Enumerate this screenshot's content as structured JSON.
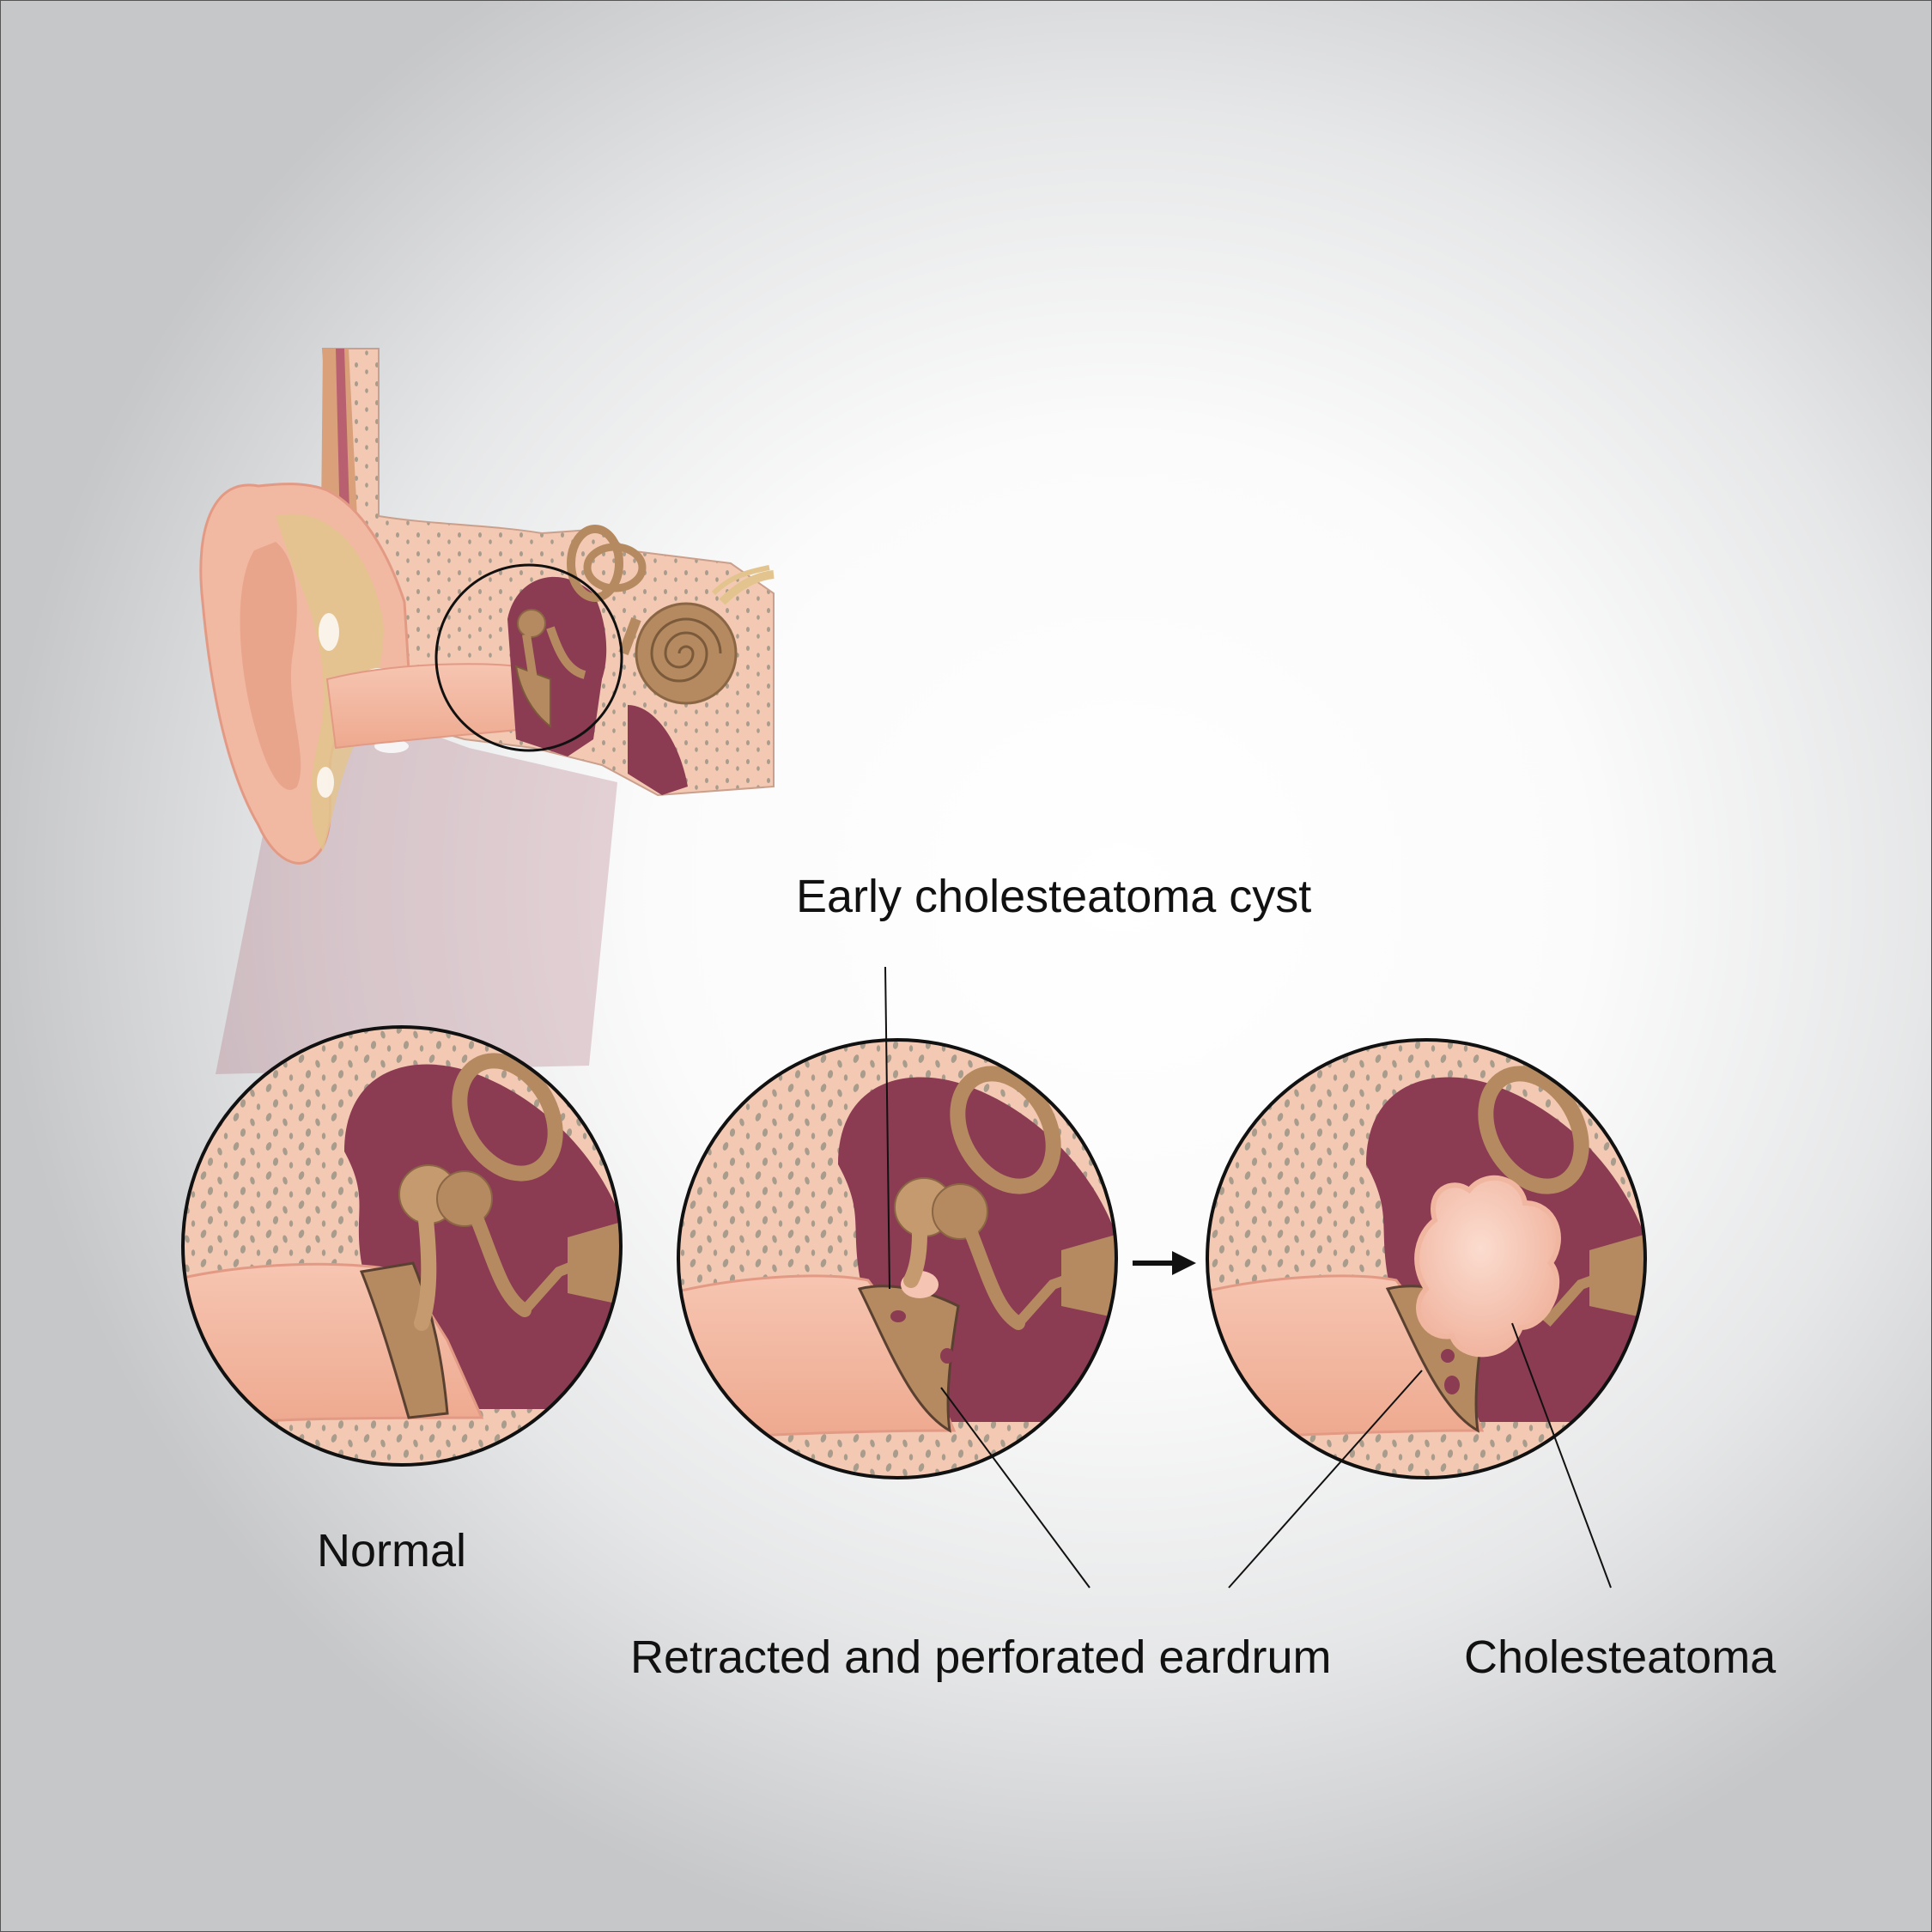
{
  "labels": {
    "early_cyst": "Early cholesteatoma cyst",
    "normal": "Normal",
    "retracted": "Retracted and perforated eardrum",
    "cholesteatoma": "Cholesteatoma"
  },
  "colors": {
    "skin": "#f2b9a2",
    "skin_dark": "#e39a85",
    "bone": "#f3c9b3",
    "bone_dots": "#a89c8d",
    "cavity": "#8b3b52",
    "ossicle": "#b58a60",
    "cartilage": "#e3c48e",
    "cholesteatoma": "#f6c4b2"
  },
  "icons": {
    "progression_arrow": "arrow-right-icon"
  }
}
